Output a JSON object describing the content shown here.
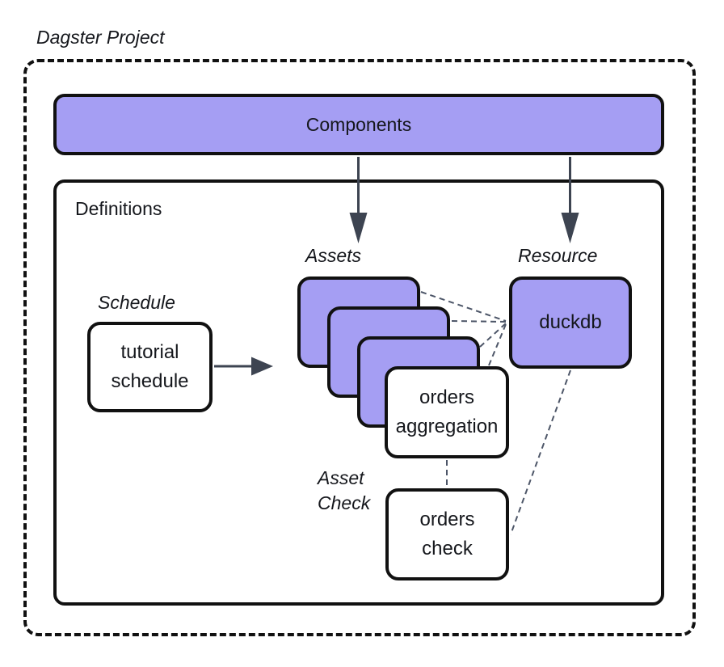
{
  "diagram": {
    "title": "Dagster Project",
    "components": {
      "label": "Components"
    },
    "definitions": {
      "label": "Definitions",
      "schedule": {
        "group_label": "Schedule",
        "node": "tutorial schedule"
      },
      "assets": {
        "group_label": "Assets",
        "stacked_asset_count": 3,
        "front_node": "orders aggregation"
      },
      "resource": {
        "group_label": "Resource",
        "node": "duckdb"
      },
      "asset_check": {
        "group_label": "Asset Check",
        "node": "orders check"
      }
    },
    "connections": {
      "components_to_assets": "solid arrow down",
      "components_to_resource": "solid arrow down",
      "schedule_to_assets": "solid arrow right",
      "assets_to_resource": "dashed lines",
      "aggregation_to_check": "dashed line",
      "resource_to_check": "dashed line"
    },
    "colors": {
      "node_fill_purple": "#a59ef3",
      "node_fill_white": "#ffffff",
      "border": "#111111",
      "arrow": "#3d4451",
      "dashed_connector": "#4d5668",
      "text": "#15171c",
      "background": "#ffffff"
    }
  }
}
